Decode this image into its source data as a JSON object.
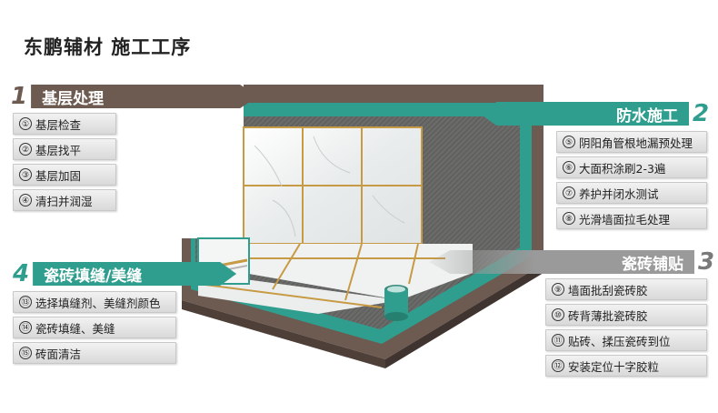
{
  "title": "东鹏辅材 施工工序",
  "colors": {
    "brown": "#6d5a50",
    "teal": "#2f9e8e",
    "gray_bar": "#9a9a9a",
    "tile": "#eef0f0",
    "grout": "#c79a45"
  },
  "sections": [
    {
      "number": "1",
      "title": "基层处理",
      "items": [
        {
          "mark": "①",
          "text": "基层检查"
        },
        {
          "mark": "②",
          "text": "基层找平"
        },
        {
          "mark": "③",
          "text": "基层加固"
        },
        {
          "mark": "④",
          "text": "清扫并润湿"
        }
      ]
    },
    {
      "number": "2",
      "title": "防水施工",
      "items": [
        {
          "mark": "⑤",
          "text": "阴阳角管根地漏预处理"
        },
        {
          "mark": "⑥",
          "text": "大面积涂刷2-3遍"
        },
        {
          "mark": "⑦",
          "text": "养护并闭水测试"
        },
        {
          "mark": "⑧",
          "text": "光滑墙面拉毛处理"
        }
      ]
    },
    {
      "number": "3",
      "title": "瓷砖铺贴",
      "items": [
        {
          "mark": "⑨",
          "text": "墙面批刮瓷砖胶"
        },
        {
          "mark": "⑩",
          "text": "砖背薄批瓷砖胶"
        },
        {
          "mark": "⑪",
          "text": "贴砖、揉压瓷砖到位"
        },
        {
          "mark": "⑫",
          "text": "安装定位十字胶粒"
        }
      ]
    },
    {
      "number": "4",
      "title": "瓷砖填缝/美缝",
      "items": [
        {
          "mark": "⑬",
          "text": "选择填缝剂、美缝剂颜色"
        },
        {
          "mark": "⑭",
          "text": "瓷砖填缝、美缝"
        },
        {
          "mark": "⑮",
          "text": "砖面清洁"
        }
      ]
    }
  ]
}
